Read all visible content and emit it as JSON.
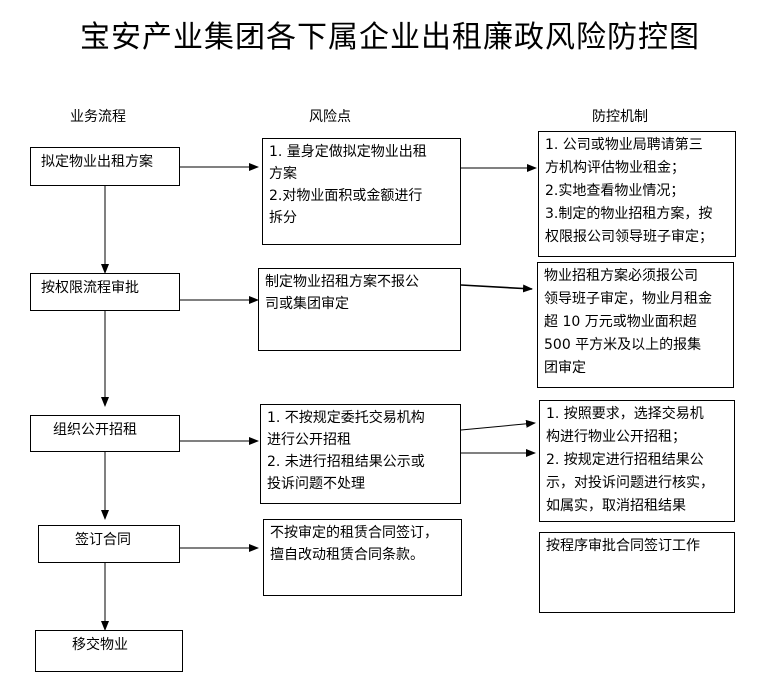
{
  "title": "宝安产业集团各下属企业出租廉政风险防控图",
  "headers": {
    "process": "业务流程",
    "risk": "风险点",
    "control": "防控机制"
  },
  "rows": [
    {
      "step": "拟定物业出租方案",
      "risk": [
        "1.  量身定做拟定物业出租",
        "方案",
        "2.对物业面积或金额进行",
        "拆分"
      ],
      "control": [
        "1.  公司或物业局聘请第三",
        "方机构评估物业租金；",
        "2.实地查看物业情况；",
        "3.制定的物业招租方案，按",
        "权限报公司领导班子审定；"
      ]
    },
    {
      "step": "按权限流程审批",
      "risk": [
        "制定物业招租方案不报公",
        "司或集团审定"
      ],
      "control": [
        "物业招租方案必须报公司",
        "领导班子审定，物业月租金",
        "超  10 万元或物业面积超",
        "500 平方米及以上的报集",
        "团审定"
      ]
    },
    {
      "step": "组织公开招租",
      "risk": [
        "1.  不按规定委托交易机构",
        "进行公开招租",
        "2.  未进行招租结果公示或",
        "投诉问题不处理"
      ],
      "control": [
        "1.  按照要求，选择交易机",
        "构进行物业公开招租；",
        "2.  按规定进行招租结果公",
        "示，对投诉问题进行核实，",
        "如属实，取消招租结果"
      ]
    },
    {
      "step": "签订合同",
      "risk": [
        "不按审定的租赁合同签订，",
        "擅自改动租赁合同条款。"
      ],
      "control": [
        "按程序审批合同签订工作"
      ]
    },
    {
      "step": "移交物业"
    }
  ]
}
